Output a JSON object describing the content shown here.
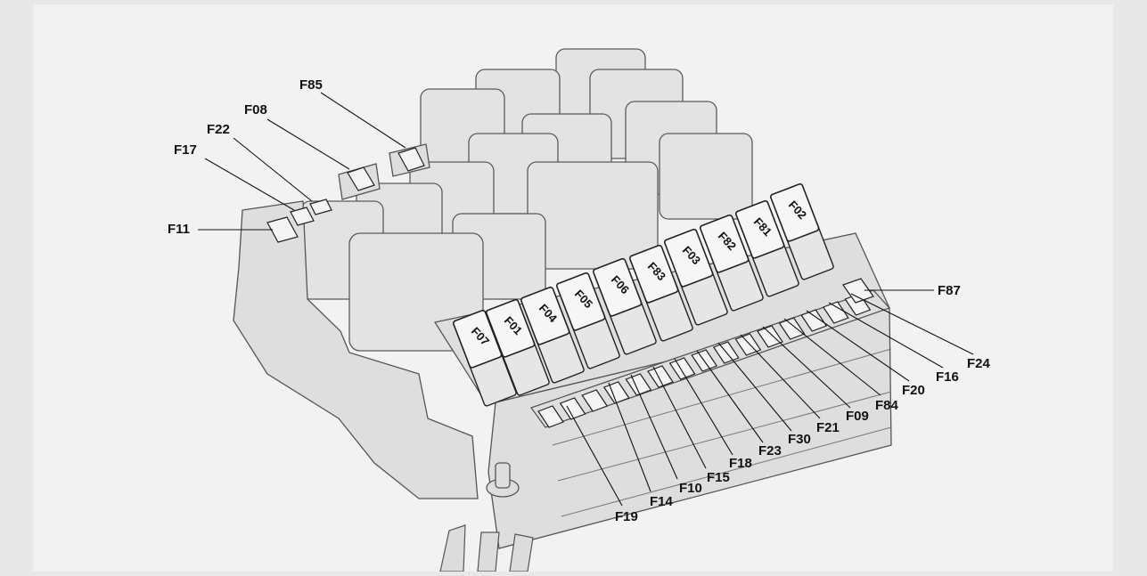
{
  "diagram": {
    "colors": {
      "background": "#e8e8e8",
      "panel": "#f2f2f2",
      "line": "#111111"
    },
    "big_fuses": [
      "F07",
      "F01",
      "F04",
      "F05",
      "F06",
      "F83",
      "F03",
      "F82",
      "F81",
      "F02"
    ],
    "callouts_left": [
      "F85",
      "F08",
      "F22",
      "F17",
      "F11"
    ],
    "callouts_right": [
      "F87",
      "F24",
      "F16",
      "F20",
      "F84",
      "F09",
      "F21",
      "F30",
      "F23",
      "F18",
      "F15",
      "F10",
      "F14",
      "F19"
    ]
  }
}
